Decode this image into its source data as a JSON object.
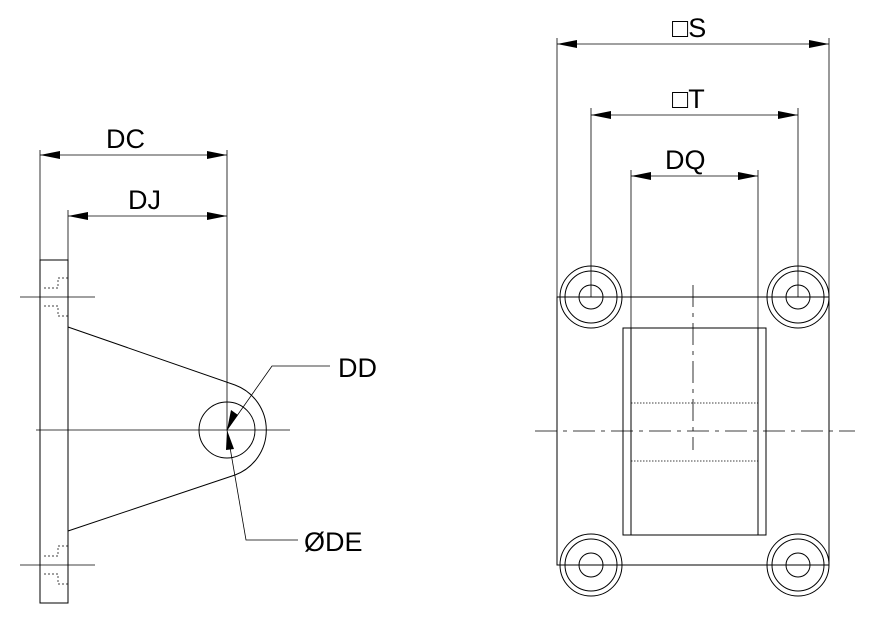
{
  "labels": {
    "dc": "DC",
    "dj": "DJ",
    "dd": "DD",
    "de": "ØDE",
    "s": "□S",
    "t": "□T",
    "dq": "DQ"
  }
}
